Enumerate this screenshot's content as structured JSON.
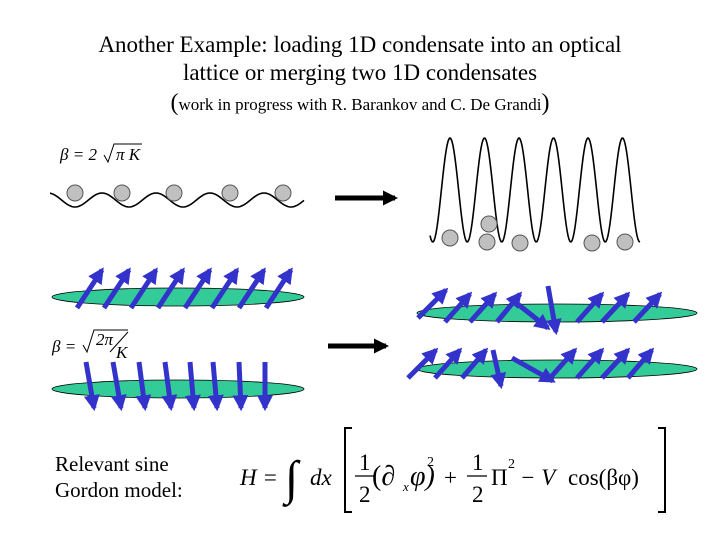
{
  "title": {
    "line1": "Another Example: loading 1D condensate into an optical",
    "line2": "lattice or merging two 1D condensates",
    "line3_open": "(",
    "line3_text": "work in progress with R. Barankov and C. De Grandi",
    "line3_close": ")"
  },
  "formulas": {
    "beta1_lhs": "β = 2",
    "beta1_rad": "π K",
    "beta2_lhs": "β =",
    "beta2_num": "2π",
    "beta2_den": "K",
    "hamiltonian": {
      "lhs": "H =",
      "integral": "∫",
      "dx": "dx",
      "one": "1",
      "two": "2",
      "d_phi": "(∂",
      "x": "x",
      "phi": "φ)",
      "sq": "2",
      "plus": "+",
      "Pi": "Π",
      "minus_v": "− V",
      "cos": "cos(βφ)"
    }
  },
  "labels": {
    "relevant_1": "Relevant sine",
    "relevant_2": "Gordon model:"
  },
  "colors": {
    "arrow": "#3333cc",
    "condensate": "#33cc99",
    "bead": "#c0c0c0"
  }
}
